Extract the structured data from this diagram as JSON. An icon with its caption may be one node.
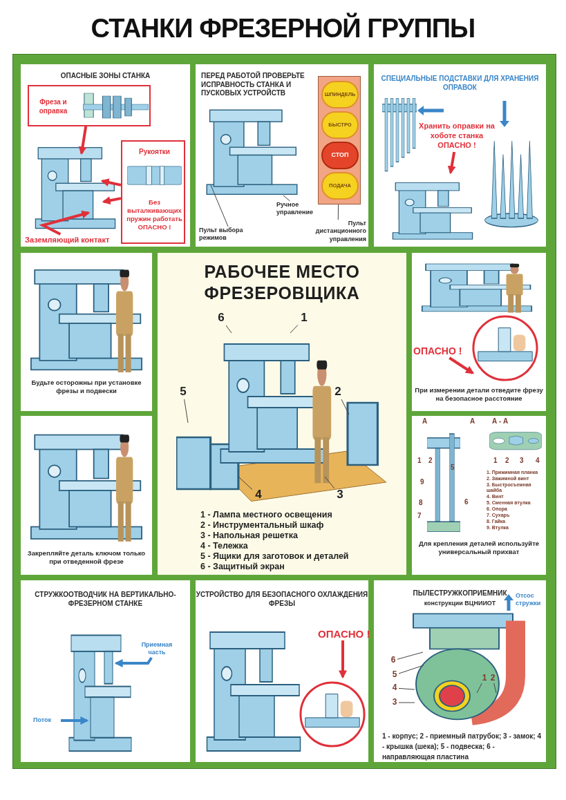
{
  "diagram": {
    "title": "СТАНКИ ФРЕЗЕРНОЙ ГРУППЫ",
    "nodes": [
      {
        "text": [
          "ОПАСНЫЕ ЗОНЫ СТАНКА"
        ]
      },
      {
        "text": [
          "Фреза и оправка"
        ],
        "in": 0
      },
      {
        "text": [
          "Рукоятки",
          "Без выталкивающих пружин работать ОПАСНО !"
        ],
        "in": 0
      },
      {
        "text": [
          "Заземляющий контакт"
        ],
        "in": 0
      },
      {
        "text": [
          "ПЕРЕД РАБОТОЙ ПРОВЕРЬТЕ ИСПРАВНОСТЬ СТАНКА И ПУСКОВЫХ УСТРОЙСТВ"
        ]
      },
      {
        "text": [],
        "shape": "box",
        "in": 4
      },
      {
        "text": [
          "ШПИНДЕЛЬ"
        ],
        "in": 5
      },
      {
        "text": [
          "БЫСТРО"
        ],
        "in": 5
      },
      {
        "text": [
          "СТОП"
        ],
        "in": 5
      },
      {
        "text": [
          "ПОДАЧА"
        ],
        "in": 5
      },
      {
        "text": [
          "Ручное управление"
        ],
        "in": 4
      },
      {
        "text": [
          "Пульт выбора режимов"
        ],
        "in": 4
      },
      {
        "text": [
          "Пульт дистанционного управления"
        ],
        "in": 4
      },
      {
        "text": [
          "СПЕЦИАЛЬНЫЕ ПОДСТАВКИ ДЛЯ ХРАНЕНИЯ ОПРАВОК"
        ]
      },
      {
        "text": [
          "Хранить оправки на хоботе станка ОПАСНО !"
        ],
        "in": 13
      },
      {
        "text": [
          "Будьте осторожны при установке фрезы и подвески"
        ]
      },
      {
        "text": [
          "РАБОЧЕЕ МЕСТО ФРЕЗЕРОВЩИКА",
          "1 - Лампа местного освещения",
          "2 - Инструментальный шкаф",
          "3 - Напольная решетка",
          "4 - Тележка",
          "5 - Ящики для заготовок и деталей",
          "6 - Защитный экран"
        ]
      },
      {
        "text": [
          "6"
        ],
        "in": 16
      },
      {
        "text": [
          "1"
        ],
        "in": 16
      },
      {
        "text": [
          "5"
        ],
        "in": 16
      },
      {
        "text": [
          "2"
        ],
        "in": 16
      },
      {
        "text": [
          "4"
        ],
        "in": 16
      },
      {
        "text": [
          "3"
        ],
        "in": 16
      },
      {
        "text": [
          "При измерении детали отведите фрезу на безопасное расстояние"
        ]
      },
      {
        "text": [
          "ОПАСНО !"
        ],
        "in": 23
      },
      {
        "text": [
          "Закрепляйте деталь ключом только при отведенной фрезе"
        ]
      },
      {
        "text": [
          "Для крепления деталей используйте универсальный прихват"
        ]
      },
      {
        "text": [
          "СТРУЖКООТВОДЧИК НА ВЕРТИКАЛЬНО-ФРЕЗЕРНОМ СТАНКЕ"
        ]
      },
      {
        "text": [
          "Приемная часть"
        ],
        "in": 27
      },
      {
        "text": [
          "Поток"
        ],
        "in": 27
      },
      {
        "text": [
          "УСТРОЙСТВО ДЛЯ БЕЗОПАСНОГО ОХЛАЖДЕНИЯ ФРЕЗЫ"
        ]
      },
      {
        "text": [
          "ОПАСНО !"
        ],
        "in": 30
      },
      {
        "text": [
          "ПЫЛЕСТРУЖКОПРИЕМНИК",
          "конструкции ВЦНИИОТ",
          "1 - корпус; 2 - приемный патрубок; 3 - замок; 4 - крышка (шека); 5 - подвеска; 6 - направляющая пластина"
        ]
      },
      {
        "text": [
          "6"
        ],
        "in": 32
      },
      {
        "text": [
          "5"
        ],
        "in": 32
      },
      {
        "text": [
          "4"
        ],
        "in": 32
      },
      {
        "text": [
          "3"
        ],
        "in": 32
      },
      {
        "text": [
          "1"
        ],
        "in": 32
      },
      {
        "text": [
          "2"
        ],
        "in": 32
      }
    ],
    "edges": [
      {
        "from": 1,
        "to": null,
        "arrow": "to",
        "style": "thick",
        "color": "#e0303a"
      },
      {
        "from": 2,
        "to": null,
        "arrow": "to",
        "style": "thick",
        "color": "#e0303a"
      },
      {
        "from": 2,
        "to": null,
        "arrow": "to",
        "style": "thick",
        "color": "#e0303a"
      },
      {
        "from": 3,
        "to": null,
        "arrow": "to",
        "style": "thick",
        "color": "#e0303a"
      },
      {
        "from": 10,
        "to": null,
        "arrow": "none"
      },
      {
        "from": 11,
        "to": null,
        "arrow": "none"
      },
      {
        "from": 12,
        "to": 5,
        "arrow": "none"
      },
      {
        "from": 14,
        "to": null,
        "arrow": "to",
        "style": "thick",
        "color": "#e0303a"
      },
      {
        "from": 17,
        "to": null,
        "arrow": "none"
      },
      {
        "from": 18,
        "to": null,
        "arrow": "none"
      },
      {
        "from": 19,
        "to": null,
        "arrow": "none"
      },
      {
        "from": 20,
        "to": null,
        "arrow": "none"
      },
      {
        "from": 21,
        "to": null,
        "arrow": "none"
      },
      {
        "from": 22,
        "to": null,
        "arrow": "none"
      },
      {
        "from": 24,
        "to": null,
        "arrow": "to",
        "style": "thick",
        "color": "#e0303a"
      },
      {
        "from": 28,
        "to": null,
        "arrow": "to",
        "style": "thick",
        "color": "#3a86c8"
      },
      {
        "from": 29,
        "to": null,
        "arrow": "to",
        "style": "thick",
        "color": "#3a86c8"
      },
      {
        "from": 31,
        "to": null,
        "arrow": "to",
        "style": "thick",
        "color": "#e0303a"
      },
      {
        "from": 33,
        "to": null,
        "arrow": "none"
      },
      {
        "from": 34,
        "to": null,
        "arrow": "none"
      },
      {
        "from": 35,
        "to": null,
        "arrow": "none"
      },
      {
        "from": 36,
        "to": null,
        "arrow": "none"
      },
      {
        "from": 37,
        "to": null,
        "arrow": "none"
      },
      {
        "from": 38,
        "to": null,
        "arrow": "none"
      }
    ],
    "labels": [
      "А",
      "А",
      "А - А",
      "1",
      "2",
      "1",
      "2",
      "3",
      "4",
      "5",
      "9",
      "8",
      "6",
      "7",
      "1. Прижимная планка",
      "2. Зажимной винт",
      "3. Быстросъемная шайба",
      "4. Винт",
      "5. Сменная втулка",
      "6. Опора",
      "7. Сухарь",
      "8. Гайка",
      "9. Втулка",
      "Отсос стружки"
    ]
  }
}
